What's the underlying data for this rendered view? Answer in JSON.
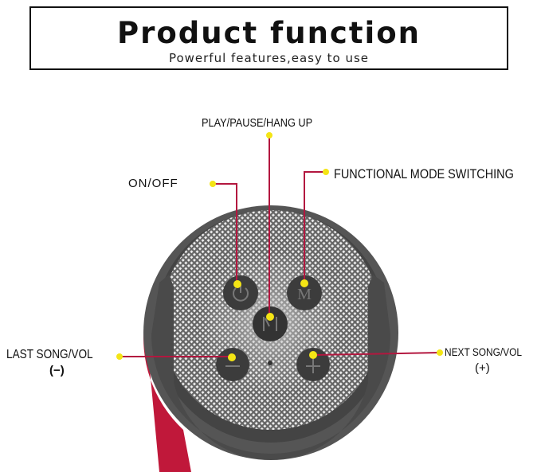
{
  "header": {
    "title": "Product function",
    "subtitle": "Powerful features,easy to use"
  },
  "callouts": {
    "play": "PLAY/PAUSE/HANG UP",
    "power": "ON/OFF",
    "mode": "FUNCTIONAL MODE SWITCHING",
    "last": "LAST SONG/VOL",
    "last_sub": "(−)",
    "next": "NEXT SONG/VOL",
    "next_sub": "(+)"
  },
  "colors": {
    "line": "#b3173f",
    "dot": "#f4e515",
    "body": "#505050",
    "accent_body": "#c0183a"
  }
}
